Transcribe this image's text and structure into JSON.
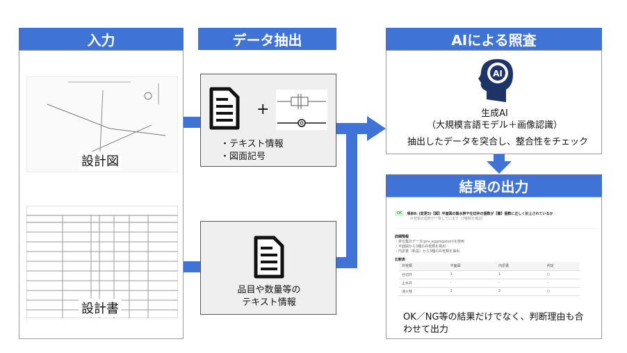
{
  "input": {
    "title": "入力",
    "drawing_label": "設計図",
    "spec_label": "設計書"
  },
  "extract": {
    "title": "データ抽出",
    "plus": "+",
    "items": [
      "・テキスト情報",
      "・図面記号"
    ],
    "spec_text": [
      "品目や数量等の",
      "テキスト情報"
    ]
  },
  "ai": {
    "title": "AIによる照査",
    "icon_text": "AI",
    "line1": "生成AI",
    "line2": "（大規模言語モデル＋画像認識）",
    "line3": "抽出したデータを突合し、整合性をチェック"
  },
  "result": {
    "title": "結果の出力",
    "badge": "OK",
    "item_title": "項目8: (変更5)【図】平面図の集水桝や仕切弁の個数が【書】個数に正しく計上されているか",
    "item_sub": "弁栓類の個数が一致しています（3種類を確認）",
    "detail_heading": "詳細情報",
    "details": [
      "・単位集計データ(pre_aggregation)を使用",
      "・平面図から3種の弁栓類を検出",
      "・内訳書（新設）から3種の弁栓類を抽出"
    ],
    "compare_heading": "比較表",
    "table_headers": [
      "弁栓類",
      "平面図",
      "内訳書",
      "判定"
    ],
    "table_rows": [
      [
        "仕切弁",
        "1",
        "1",
        "○"
      ],
      [
        "止水弁",
        "-",
        "-",
        "-"
      ],
      [
        "消火栓",
        "2",
        "2",
        "○"
      ]
    ],
    "note": "OK／NG等の結果だけでなく、判断理由も合わせて出力"
  },
  "colors": {
    "accent": "#3f74d6",
    "ai_icon": "#1f3466"
  }
}
